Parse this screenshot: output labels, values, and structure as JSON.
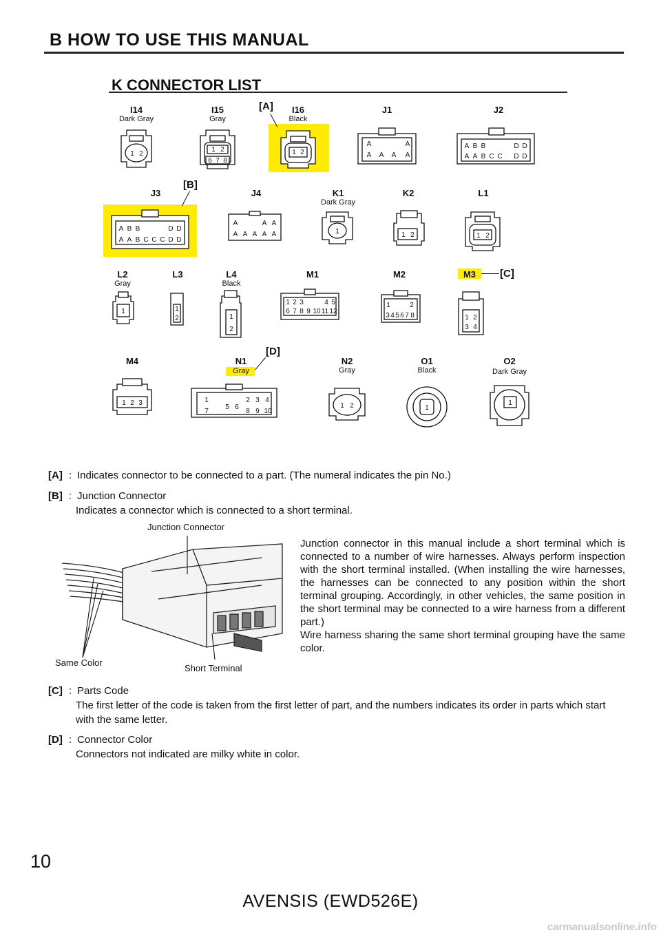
{
  "header": {
    "title": "B  HOW TO USE THIS MANUAL"
  },
  "section": {
    "title": "K  CONNECTOR LIST"
  },
  "connectors": [
    {
      "code": "I14",
      "color": "Dark Gray",
      "pins": [
        "1",
        "2"
      ]
    },
    {
      "code": "I15",
      "color": "Gray",
      "pins": [
        "1",
        "2",
        "6",
        "7",
        "8"
      ]
    },
    {
      "code": "I16",
      "color": "Black",
      "pins": [
        "1",
        "2"
      ]
    },
    {
      "code": "J1",
      "color": "",
      "pins": [
        "A",
        "A",
        "A",
        "A",
        "A",
        "A"
      ]
    },
    {
      "code": "J2",
      "color": "",
      "pins": [
        "A",
        "B",
        "B",
        "D",
        "D",
        "A",
        "A",
        "B",
        "C",
        "C",
        "D",
        "D"
      ]
    },
    {
      "code": "J3",
      "color": "",
      "pins": [
        "A",
        "B",
        "B",
        "D",
        "D",
        "A",
        "A",
        "B",
        "C",
        "C",
        "C",
        "D",
        "D"
      ]
    },
    {
      "code": "J4",
      "color": "",
      "pins": [
        "A",
        "A",
        "A",
        "A",
        "A",
        "A",
        "A",
        "A"
      ]
    },
    {
      "code": "K1",
      "color": "Dark Gray",
      "pins": [
        "1"
      ]
    },
    {
      "code": "K2",
      "color": "",
      "pins": [
        "1",
        "2"
      ]
    },
    {
      "code": "L1",
      "color": "",
      "pins": [
        "1",
        "2"
      ]
    },
    {
      "code": "L2",
      "color": "Gray",
      "pins": [
        "1"
      ]
    },
    {
      "code": "L3",
      "color": "",
      "pins": [
        "1",
        "2"
      ]
    },
    {
      "code": "L4",
      "color": "Black",
      "pins": [
        "1",
        "2"
      ]
    },
    {
      "code": "M1",
      "color": "",
      "pins": [
        "1",
        "2",
        "3",
        "4",
        "5",
        "6",
        "7",
        "8",
        "9",
        "10",
        "11",
        "12"
      ]
    },
    {
      "code": "M2",
      "color": "",
      "pins": [
        "1",
        "2",
        "3",
        "4",
        "5",
        "6",
        "7",
        "8"
      ]
    },
    {
      "code": "M3",
      "color": "",
      "pins": [
        "1",
        "2",
        "3",
        "4"
      ]
    },
    {
      "code": "M4",
      "color": "",
      "pins": [
        "1",
        "2",
        "3"
      ]
    },
    {
      "code": "N1",
      "color": "Gray",
      "pins": [
        "1",
        "2",
        "3",
        "4",
        "5",
        "6",
        "7",
        "8",
        "9",
        "10"
      ]
    },
    {
      "code": "N2",
      "color": "Gray",
      "pins": [
        "1",
        "2"
      ]
    },
    {
      "code": "O1",
      "color": "Black",
      "pins": [
        "1"
      ]
    },
    {
      "code": "O2",
      "color": "Dark Gray",
      "pins": [
        "1"
      ]
    }
  ],
  "callouts": {
    "a": "[A]",
    "b": "[B]",
    "c": "[C]",
    "d": "[D]"
  },
  "definitions": {
    "a": {
      "key": "[A]",
      "sep": ":",
      "text": "Indicates connector to be connected to a part. (The numeral indicates the pin No.)"
    },
    "b": {
      "key": "[B]",
      "sep": ":",
      "title": "Junction Connector",
      "text": "Indicates a connector which is connected to a short terminal."
    },
    "c": {
      "key": "[C]",
      "sep": ":",
      "title": "Parts Code",
      "text": "The first letter of the code is taken from the first letter of part, and the numbers indicates its order in parts which start with the same letter."
    },
    "d": {
      "key": "[D]",
      "sep": ":",
      "title": "Connector Color",
      "text": "Connectors not indicated are milky white in color."
    }
  },
  "junction_figure": {
    "label_top": "Junction Connector",
    "label_left": "Same Color",
    "label_bottom": "Short Terminal",
    "paragraph_1": "Junction connector in this manual include a short terminal which is connected to a number of wire harnesses. Always perform inspection with the short terminal installed. (When installing the wire harnesses, the harnesses can be connected to any position within the short terminal grouping. Accordingly, in other vehicles, the same position in the short terminal may be connected to a wire harness from a different part.)",
    "paragraph_2": "Wire harness sharing the same short terminal grouping have the same color."
  },
  "page_number": "10",
  "footer": "AVENSIS (EWD526E)",
  "watermark": "carmanualsonline.info",
  "colors": {
    "highlight": "#ffec00",
    "ink": "#111111",
    "watermark": "#c8c8c8"
  }
}
